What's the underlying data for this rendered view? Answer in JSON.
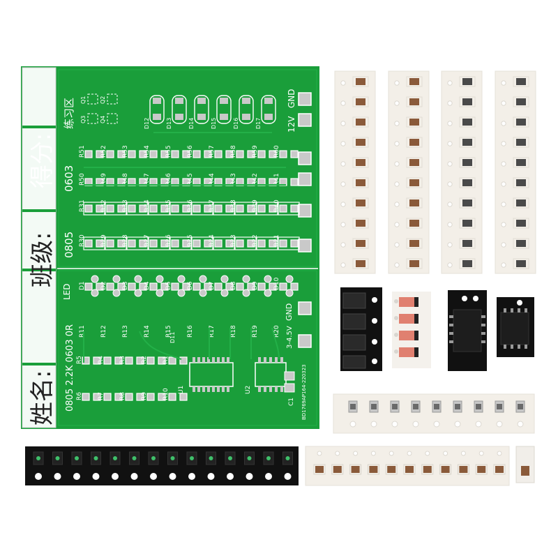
{
  "pcb": {
    "score_label": "得分:",
    "class_label": "班级:",
    "name_label": "姓名:",
    "practice_area": "练习区",
    "size_0603": "0603",
    "size_0805": "0805",
    "led_label": "LED",
    "spec_line": "0805 2.2K 0603 0R",
    "voltage_12v": "12V",
    "gnd_top": "GND",
    "gnd_mid": "GND",
    "voltage_3v": "3-4.5V",
    "board_code": "BD1769AP164-220323",
    "u1": "U1",
    "u2": "U2",
    "c1": "C1",
    "diode_row": [
      "D12",
      "D13",
      "D14",
      "D15",
      "D16",
      "D17"
    ],
    "q_labels": [
      "Q1",
      "Q2",
      "Q3",
      "Q4"
    ],
    "r_top": [
      "R51",
      "R52",
      "R53",
      "R54",
      "R55",
      "R56",
      "R57",
      "R58",
      "R59",
      "R60"
    ],
    "r_top2": [
      "R50",
      "R49",
      "R48",
      "R47",
      "R46",
      "R45",
      "R44",
      "R43",
      "R42",
      "R41"
    ],
    "r_mid": [
      "R31",
      "R32",
      "R33",
      "R34",
      "R35",
      "R36",
      "R37",
      "R38",
      "R39",
      "R40"
    ],
    "r_mid2": [
      "R30",
      "R29",
      "R28",
      "R27",
      "R26",
      "R25",
      "R24",
      "R23",
      "R22",
      "R21"
    ],
    "led_row": [
      "D1",
      "D2",
      "D3",
      "D4",
      "D5",
      "D6",
      "D7",
      "D8",
      "D9",
      "D10"
    ],
    "r_low": [
      "R11",
      "R12",
      "R13",
      "R14",
      "R15",
      "R16",
      "R17",
      "R18",
      "R19",
      "R20"
    ],
    "r_left": [
      "R5",
      "R4",
      "R3",
      "R2",
      "R1"
    ],
    "r_left2": [
      "R6",
      "R7",
      "R8",
      "R9",
      "R10"
    ],
    "d11": "D11"
  },
  "colors": {
    "pcb_green": "#1a9e3a",
    "pcb_dark": "#148532",
    "trace": "#23b048",
    "pad": "#c9c9c9",
    "tape_white": "#f3efe8",
    "tape_black": "#111111",
    "component_brown": "#8a5a3a"
  }
}
